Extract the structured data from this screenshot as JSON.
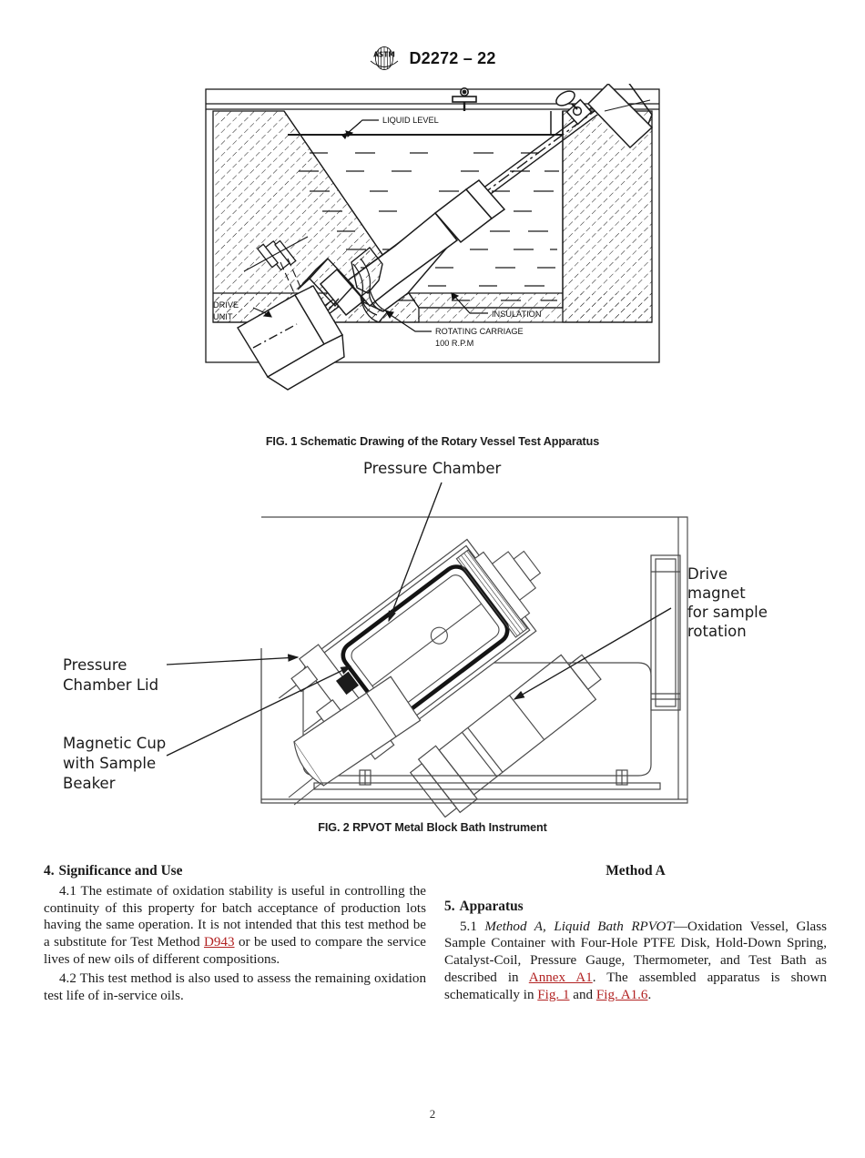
{
  "header": {
    "logo_icon": "astm-logo-icon",
    "designation": "D2272 – 22"
  },
  "figures": [
    {
      "id": "figure-1",
      "caption": "FIG. 1 Schematic Drawing of the Rotary Vessel Test Apparatus",
      "labels": {
        "liquid_level": "LIQUID LEVEL",
        "rotating_carriage_line1": "ROTATING CARRIAGE",
        "rotating_carriage_line2": "100 R.P.M",
        "insulation": "INSULATION",
        "drive_unit_line1": "DRIVE",
        "drive_unit_line2": "UNIT"
      }
    },
    {
      "id": "figure-2",
      "caption": "FIG. 2 RPVOT Metal Block Bath Instrument",
      "labels": {
        "pressure_chamber": "Pressure Chamber",
        "drive_magnet_line1": "Drive",
        "drive_magnet_line2": "magnet",
        "drive_magnet_line3": "for sample",
        "drive_magnet_line4": "rotation",
        "pressure_chamber_lid_line1": "Pressure",
        "pressure_chamber_lid_line2": "Chamber Lid",
        "magnetic_cup_line1": "Magnetic Cup",
        "magnetic_cup_line2": "with Sample",
        "magnetic_cup_line3": "Beaker"
      }
    }
  ],
  "left_column": {
    "section_number": "4.",
    "section_title": "Significance and Use",
    "para_4_1": {
      "number": "4.1",
      "text_before_ref": "The estimate of oxidation stability is useful in controlling the continuity of this property for batch acceptance of production lots having the same operation. It is not intended that this test method be a substitute for Test Method ",
      "ref": "D943",
      "text_after_ref": " or be used to compare the service lives of new oils of different compositions."
    },
    "para_4_2": {
      "number": "4.2",
      "text": "This test method is also used to assess the remaining oxidation test life of in-service oils."
    }
  },
  "right_column": {
    "method_heading": "Method A",
    "section_number": "5.",
    "section_title": "Apparatus",
    "para_5_1": {
      "number": "5.1",
      "italic_lead": "Method A, Liquid Bath RPVOT",
      "text_1": "—Oxidation Vessel, Glass Sample Container with Four-Hole PTFE Disk, Hold-Down Spring, Catalyst-Coil, Pressure Gauge, Thermometer, and Test Bath as described in ",
      "ref_1": "Annex A1",
      "text_2": ". The assembled apparatus is shown schematically in ",
      "ref_2": "Fig. 1",
      "text_3": " and ",
      "ref_3": "Fig. A1.6",
      "text_4": "."
    }
  },
  "footer": {
    "page_number": "2"
  },
  "colors": {
    "reference_link": "#b22222",
    "body_text": "#1a1a1a",
    "line_art": "#1b1b1b"
  }
}
